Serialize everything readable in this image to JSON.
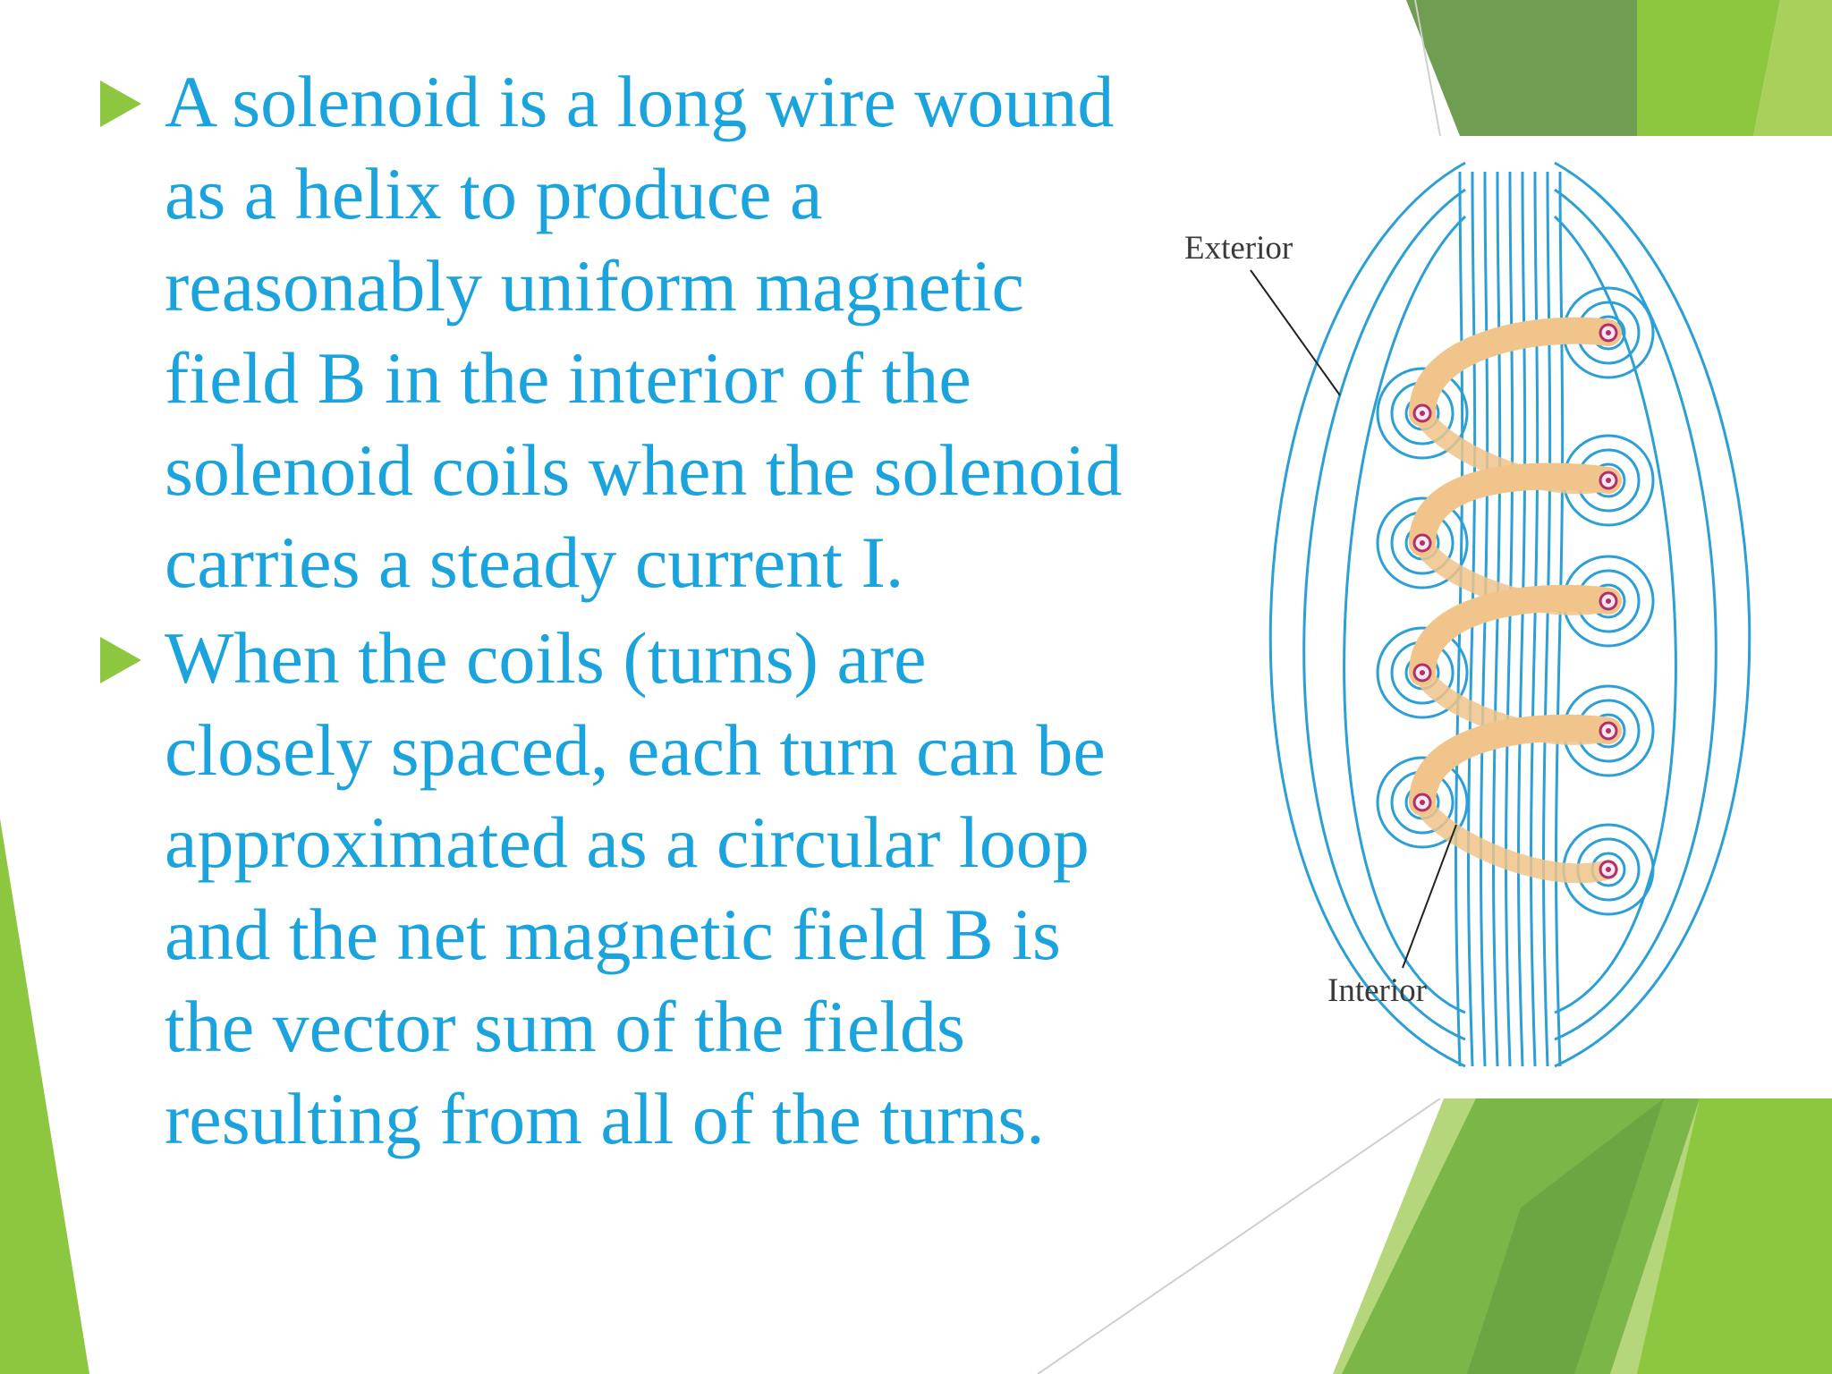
{
  "bullets": [
    {
      "lines": [
        "A solenoid is a long wire wound",
        "as a helix to produce a",
        "reasonably uniform magnetic",
        "field B in the interior of the",
        "solenoid coils when the solenoid",
        "carries a steady current I."
      ]
    },
    {
      "lines": [
        "When the coils (turns) are",
        "closely spaced, each turn can be",
        "approximated as a circular loop",
        "and the net magnetic field B is",
        "the vector sum of the fields",
        "resulting from all of the turns."
      ]
    }
  ],
  "figure": {
    "label_exterior": "Exterior",
    "label_interior": "Interior"
  },
  "colors": {
    "text": "#1aa3dc",
    "accent_green": "#8dc63f",
    "dark_green": "#6a9e4f",
    "field_line": "#2b9fd6",
    "coil": "#f0c48a"
  }
}
